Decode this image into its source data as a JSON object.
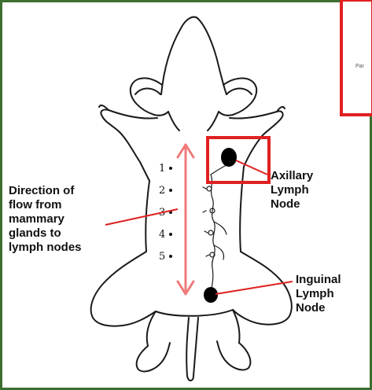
{
  "colors": {
    "frame": "#3c6e2f",
    "highlight": "#e02020",
    "arrow": "#f07a7a",
    "outline": "#1a1a1a",
    "node": "#000000"
  },
  "labels": {
    "direction": [
      "Direction of",
      "flow from",
      "mammary",
      "glands to",
      "lymph nodes"
    ],
    "axillary": [
      "Axillary",
      "Lymph",
      "Node"
    ],
    "inguinal": [
      "Inguinal",
      "Lymph",
      "Node"
    ],
    "inset_fragment": "Par"
  },
  "gland_numbers": [
    "1",
    "2",
    "3",
    "4",
    "5"
  ]
}
